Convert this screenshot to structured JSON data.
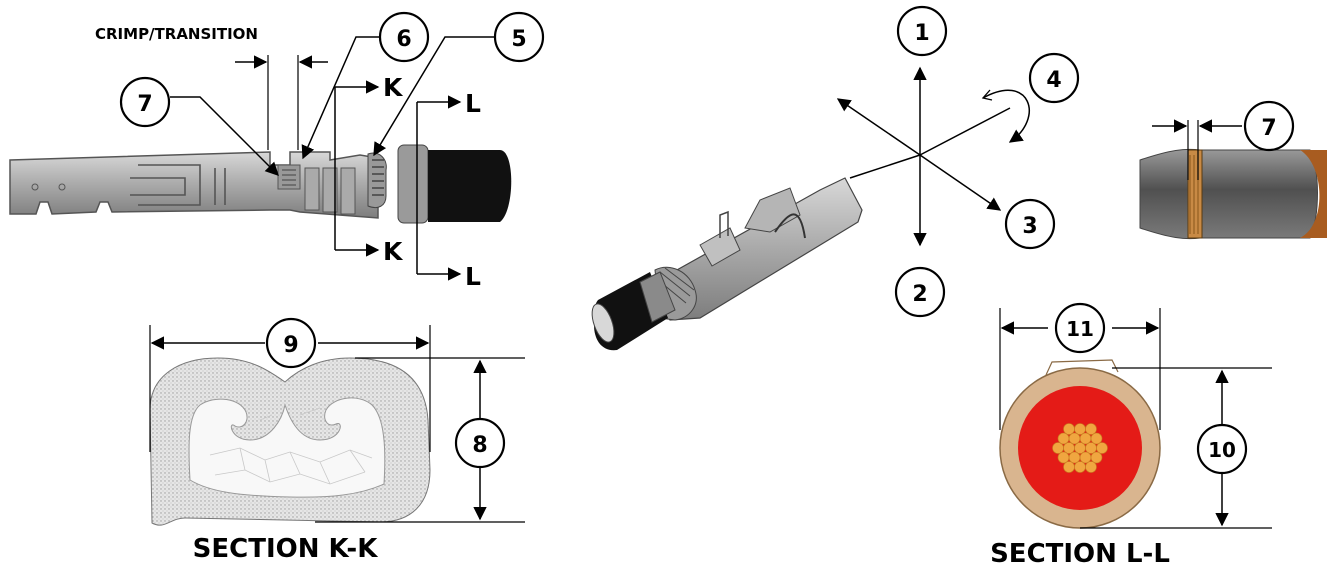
{
  "crimp_label": "CRIMP/TRANSITION",
  "section_labels": {
    "kk_start": "K",
    "kk_end": "K",
    "ll_start": "L",
    "ll_end": "L"
  },
  "callouts": {
    "c1": "1",
    "c2": "2",
    "c3": "3",
    "c4": "4",
    "c5": "5",
    "c6": "6",
    "c7a": "7",
    "c7b": "7",
    "c8": "8",
    "c9": "9",
    "c10": "10",
    "c11": "11"
  },
  "section_kk_title": "SECTION K-K",
  "section_ll_title": "SECTION L-L",
  "colors": {
    "terminal_gray": "#b8b8b8",
    "terminal_dark": "#7a7a7a",
    "insulation_black": "#111111",
    "wire_red": "#e41b17",
    "copper": "#f0a640",
    "tan": "#d9b58f"
  }
}
